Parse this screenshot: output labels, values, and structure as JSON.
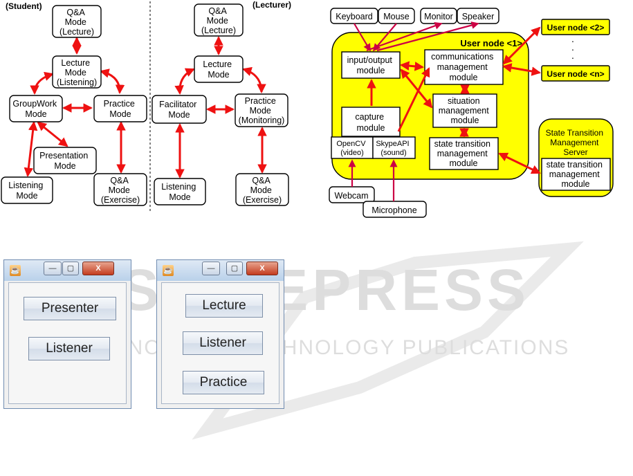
{
  "student_diagram": {
    "caption": "(Student)",
    "nodes": {
      "qa_lecture": [
        "Q&A",
        "Mode",
        "(Lecture)"
      ],
      "lecture_listening": [
        "Lecture",
        "Mode",
        "(Listening)"
      ],
      "groupwork": [
        "GroupWork",
        "Mode"
      ],
      "practice": [
        "Practice",
        "Mode"
      ],
      "presentation": [
        "Presentation",
        "Mode"
      ],
      "listening": [
        "Listening",
        "Mode"
      ],
      "qa_exercise": [
        "Q&A",
        "Mode",
        "(Exercise)"
      ]
    }
  },
  "lecturer_diagram": {
    "caption": "(Lecturer)",
    "nodes": {
      "qa_lecture": [
        "Q&A",
        "Mode",
        "(Lecture)"
      ],
      "lecture": [
        "Lecture",
        "Mode"
      ],
      "facilitator": [
        "Facilitator",
        "Mode"
      ],
      "practice_monitoring": [
        "Practice",
        "Mode",
        "(Monitoring)"
      ],
      "listening": [
        "Listening",
        "Mode"
      ],
      "qa_exercise": [
        "Q&A",
        "Mode",
        "(Exercise)"
      ]
    }
  },
  "architecture": {
    "devices": {
      "keyboard": "Keyboard",
      "mouse": "Mouse",
      "monitor": "Monitor",
      "speaker": "Speaker",
      "webcam": "Webcam",
      "microphone": "Microphone"
    },
    "user_node_title": "User node <1>",
    "modules": {
      "io": [
        "input/output",
        "module"
      ],
      "comm": [
        "communications",
        "management",
        "module"
      ],
      "situation": [
        "situation",
        "management",
        "module"
      ],
      "state": [
        "state transition",
        "management",
        "module"
      ],
      "capture": [
        "capture",
        "module"
      ],
      "opencv": [
        "OpenCV",
        "(video)"
      ],
      "skype": [
        "SkypeAPI",
        "(sound)"
      ]
    },
    "other_nodes": {
      "node2": "User node <2>",
      "noden": "User node <n>",
      "ellipsis": [
        "·",
        "·",
        "·"
      ]
    },
    "server": {
      "title": [
        "State Transition",
        "Management",
        "Server"
      ],
      "module": [
        "state transition",
        "management",
        "module"
      ]
    }
  },
  "windows": {
    "student": {
      "min_glyph": "—",
      "max_glyph": "▢",
      "close_glyph": "X",
      "buttons": [
        "Presenter",
        "Listener"
      ]
    },
    "lecturer": {
      "min_glyph": "—",
      "max_glyph": "▢",
      "close_glyph": "X",
      "buttons": [
        "Lecture",
        "Listener",
        "Practice"
      ]
    }
  },
  "watermark": [
    "SCITEPRESS",
    "SCIENCE AND TECHNOLOGY PUBLICATIONS"
  ],
  "colors": {
    "arrow": "#ee1111",
    "highlight": "#ffff00"
  }
}
